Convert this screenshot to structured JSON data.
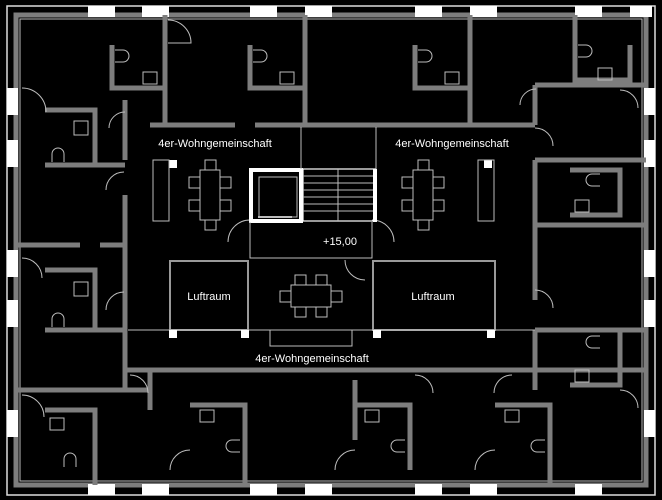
{
  "plan": {
    "labels": {
      "wg_top_left": "4er-Wohngemeinschaft",
      "wg_top_right": "4er-Wohngemeinschaft",
      "wg_bottom": "4er-Wohngemeinschaft",
      "void_left": "Luftraum",
      "void_right": "Luftraum",
      "level": "+15,00"
    },
    "colors": {
      "background": "#000000",
      "wall": "#7d7d7d",
      "line": "#bdbdbd",
      "window": "#ffffff"
    }
  }
}
